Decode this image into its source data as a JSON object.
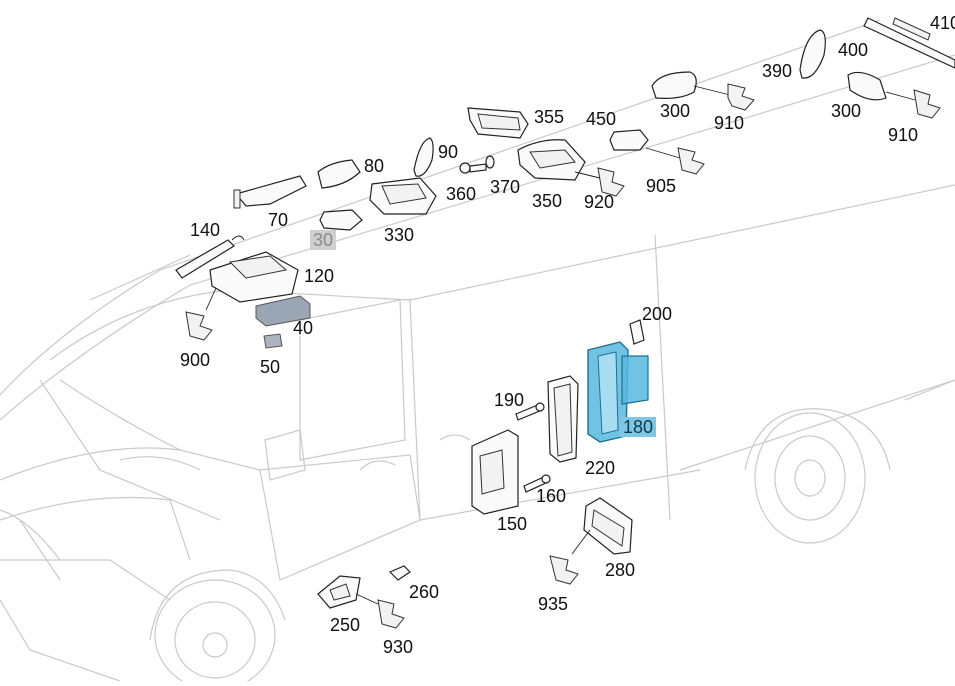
{
  "diagram": {
    "highlight_colors": {
      "grey": "#cfcfcf",
      "blue": "#7fc6e3",
      "part_blue": "#58b8de"
    },
    "callouts": [
      {
        "id": "c410",
        "text": "410",
        "style": ""
      },
      {
        "id": "c400",
        "text": "400",
        "style": ""
      },
      {
        "id": "c390",
        "text": "390",
        "style": ""
      },
      {
        "id": "c300a",
        "text": "300",
        "style": ""
      },
      {
        "id": "c300b",
        "text": "300",
        "style": ""
      },
      {
        "id": "c910a",
        "text": "910",
        "style": ""
      },
      {
        "id": "c910b",
        "text": "910",
        "style": ""
      },
      {
        "id": "c355",
        "text": "355",
        "style": ""
      },
      {
        "id": "c450",
        "text": "450",
        "style": ""
      },
      {
        "id": "c90",
        "text": "90",
        "style": ""
      },
      {
        "id": "c80",
        "text": "80",
        "style": ""
      },
      {
        "id": "c360",
        "text": "360",
        "style": ""
      },
      {
        "id": "c370",
        "text": "370",
        "style": ""
      },
      {
        "id": "c350",
        "text": "350",
        "style": ""
      },
      {
        "id": "c905",
        "text": "905",
        "style": ""
      },
      {
        "id": "c920",
        "text": "920",
        "style": ""
      },
      {
        "id": "c70",
        "text": "70",
        "style": ""
      },
      {
        "id": "c330",
        "text": "330",
        "style": ""
      },
      {
        "id": "c30",
        "text": "30",
        "style": "grey"
      },
      {
        "id": "c140",
        "text": "140",
        "style": ""
      },
      {
        "id": "c120",
        "text": "120",
        "style": ""
      },
      {
        "id": "c40",
        "text": "40",
        "style": ""
      },
      {
        "id": "c900",
        "text": "900",
        "style": ""
      },
      {
        "id": "c50",
        "text": "50",
        "style": ""
      },
      {
        "id": "c200",
        "text": "200",
        "style": ""
      },
      {
        "id": "c190",
        "text": "190",
        "style": ""
      },
      {
        "id": "c180",
        "text": "180",
        "style": "blue"
      },
      {
        "id": "c220",
        "text": "220",
        "style": ""
      },
      {
        "id": "c160",
        "text": "160",
        "style": ""
      },
      {
        "id": "c150",
        "text": "150",
        "style": ""
      },
      {
        "id": "c280",
        "text": "280",
        "style": ""
      },
      {
        "id": "c935",
        "text": "935",
        "style": ""
      },
      {
        "id": "c260",
        "text": "260",
        "style": ""
      },
      {
        "id": "c250",
        "text": "250",
        "style": ""
      },
      {
        "id": "c930",
        "text": "930",
        "style": ""
      }
    ]
  }
}
